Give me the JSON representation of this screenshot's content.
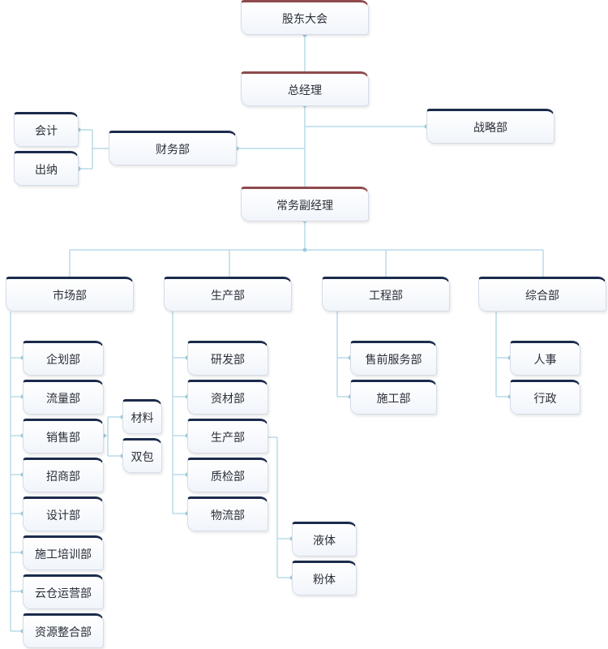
{
  "org": {
    "shareholders": "股东大会",
    "general_manager": "总经理",
    "strategy": "战略部",
    "finance": "财务部",
    "accounting": "会计",
    "cashier": "出纳",
    "executive_deputy": "常务副经理",
    "departments": {
      "market": {
        "label": "市场部",
        "children": [
          "企划部",
          "流量部",
          "销售部",
          "招商部",
          "设计部",
          "施工培训部",
          "云仓运营部",
          "资源整合部"
        ],
        "sales_children": [
          "材料",
          "双包"
        ]
      },
      "production": {
        "label": "生产部",
        "children": [
          "研发部",
          "资材部",
          "生产部",
          "质检部",
          "物流部"
        ],
        "production_children": [
          "液体",
          "粉体"
        ]
      },
      "engineering": {
        "label": "工程部",
        "children": [
          "售前服务部",
          "施工部"
        ]
      },
      "general_affairs": {
        "label": "综合部",
        "children": [
          "人事",
          "行政"
        ]
      }
    }
  },
  "colors": {
    "line": "#b9dbe8",
    "dot": "#9fc9dc",
    "node_top_dark": "#1b2b4b",
    "node_top_red": "#8e4a4d"
  }
}
